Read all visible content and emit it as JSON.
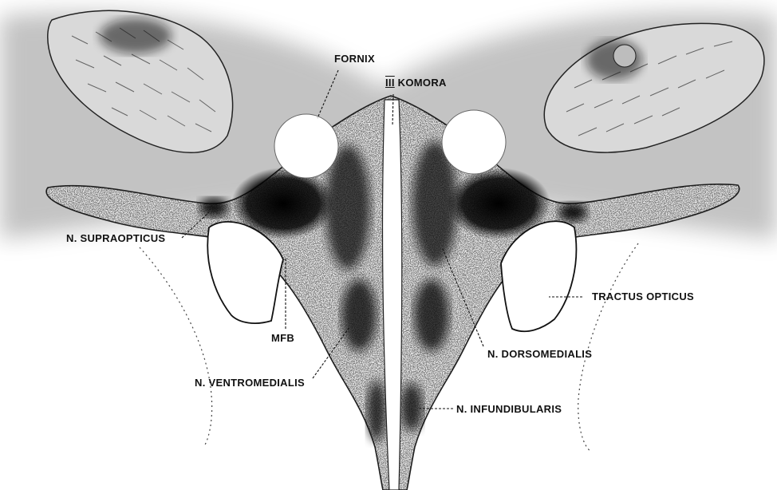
{
  "labels": {
    "fornix": "FORNIX",
    "ventricle_numeral": "III",
    "ventricle": "KOMORA",
    "supraopticus": "N. SUPRAOPTICUS",
    "tractus_opticus": "TRACTUS OPTICUS",
    "mfb": "MFB",
    "dorsomedialis": "N. DORSOMEDIALIS",
    "ventromedialis": "N. VENTROMEDIALIS",
    "infundibularis": "N. INFUNDIBULARIS"
  },
  "colors": {
    "ink": "#111111",
    "paper": "#ffffff",
    "stipple": "#2a2a2a"
  }
}
